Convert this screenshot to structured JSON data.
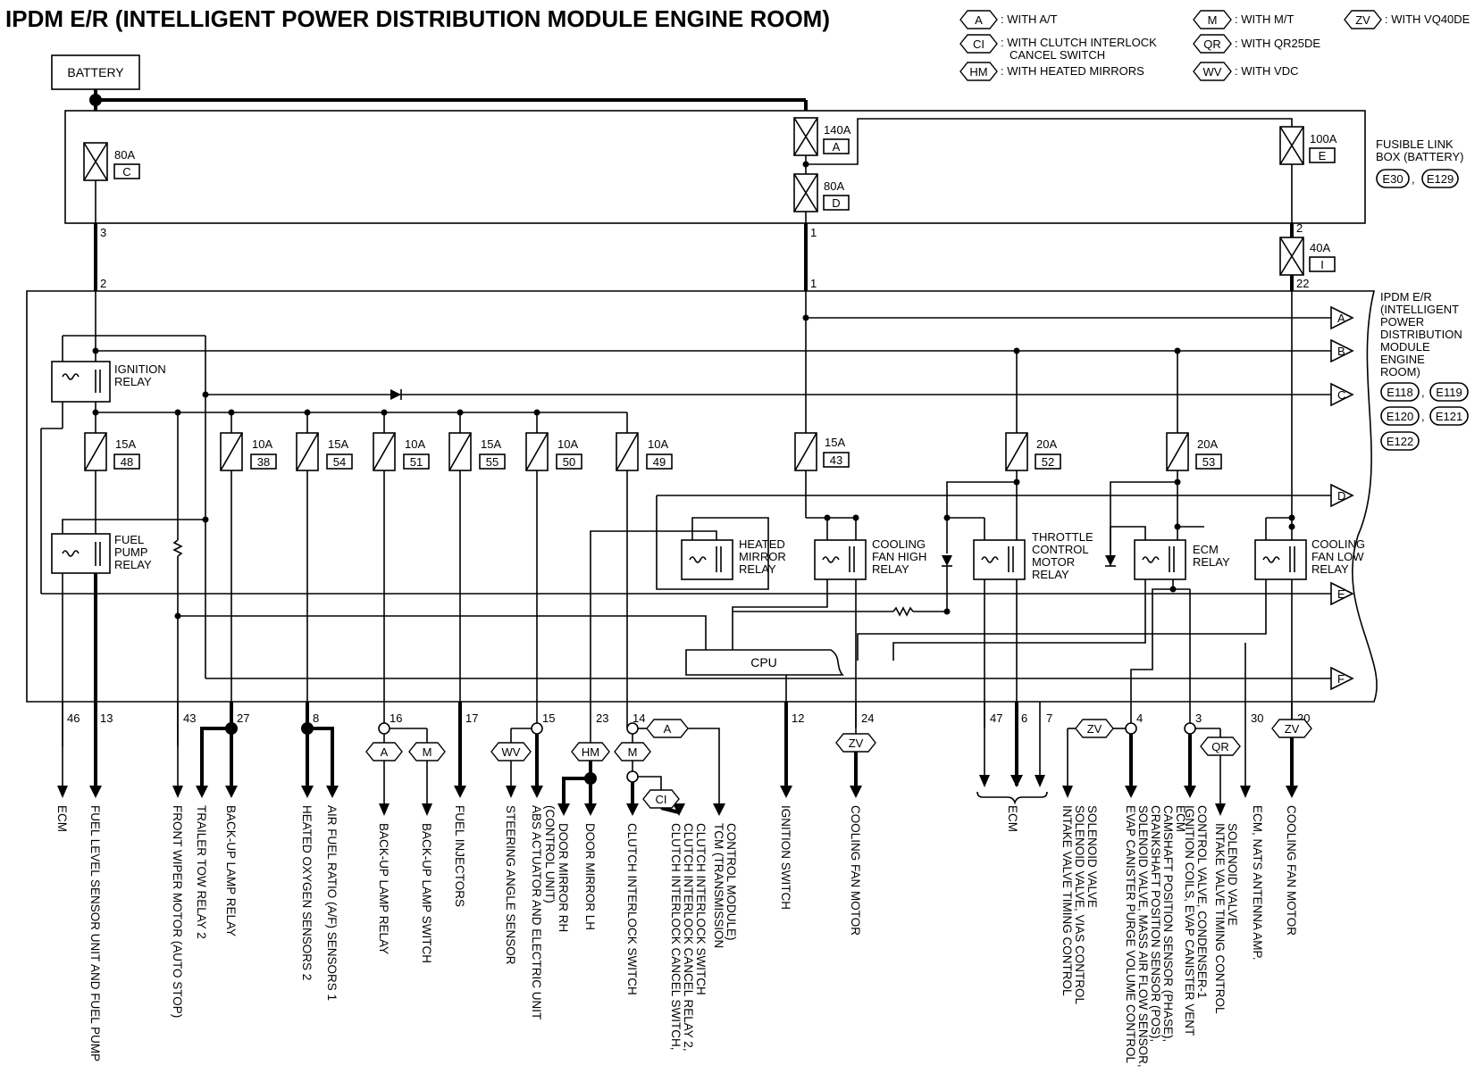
{
  "title": "IPDM E/R (INTELLIGENT POWER DISTRIBUTION MODULE ENGINE ROOM)",
  "legend": [
    {
      "code": "A",
      "text": ": WITH A/T"
    },
    {
      "code": "CI",
      "text": ": WITH CLUTCH INTERLOCK",
      "text2": "CANCEL SWITCH"
    },
    {
      "code": "HM",
      "text": ": WITH HEATED MIRRORS"
    },
    {
      "code": "M",
      "text": ": WITH M/T"
    },
    {
      "code": "QR",
      "text": ": WITH QR25DE"
    },
    {
      "code": "WV",
      "text": ": WITH VDC"
    },
    {
      "code": "ZV",
      "text": ": WITH VQ40DE"
    }
  ],
  "battery": "BATTERY",
  "fusible_link_box": {
    "line1": "FUSIBLE LINK",
    "line2": "BOX (BATTERY)",
    "connectors": [
      "E30",
      "E129"
    ]
  },
  "ipdm_label": {
    "lines": [
      "IPDM E/R",
      "(INTELLIGENT",
      "POWER",
      "DISTRIBUTION",
      "MODULE",
      "ENGINE",
      "ROOM)"
    ],
    "connectors": [
      "E118",
      "E119",
      "E120",
      "E121",
      "E122"
    ]
  },
  "fuses": [
    {
      "amp": "80A",
      "id": "C"
    },
    {
      "amp": "140A",
      "id": "A"
    },
    {
      "amp": "80A",
      "id": "D"
    },
    {
      "amp": "100A",
      "id": "E"
    },
    {
      "amp": "40A",
      "id": "I"
    },
    {
      "amp": "15A",
      "id": "48"
    },
    {
      "amp": "10A",
      "id": "38"
    },
    {
      "amp": "15A",
      "id": "54"
    },
    {
      "amp": "10A",
      "id": "51"
    },
    {
      "amp": "15A",
      "id": "55"
    },
    {
      "amp": "10A",
      "id": "50"
    },
    {
      "amp": "10A",
      "id": "49"
    },
    {
      "amp": "15A",
      "id": "43"
    },
    {
      "amp": "20A",
      "id": "52"
    },
    {
      "amp": "20A",
      "id": "53"
    }
  ],
  "relays": [
    {
      "line1": "IGNITION",
      "line2": "RELAY"
    },
    {
      "line1": "FUEL",
      "line2": "PUMP",
      "line3": "RELAY"
    },
    {
      "line1": "HEATED",
      "line2": "MIRROR",
      "line3": "RELAY"
    },
    {
      "line1": "COOLING",
      "line2": "FAN HIGH",
      "line3": "RELAY"
    },
    {
      "line1": "THROTTLE",
      "line2": "CONTROL",
      "line3": "MOTOR",
      "line4": "RELAY"
    },
    {
      "line1": "ECM",
      "line2": "RELAY"
    },
    {
      "line1": "COOLING",
      "line2": "FAN LOW",
      "line3": "RELAY"
    }
  ],
  "cpu": "CPU",
  "bus": [
    "A",
    "B",
    "C",
    "D",
    "E",
    "F"
  ],
  "upper_pins": [
    "3",
    "2",
    "1",
    "1",
    "2",
    "22"
  ],
  "pins": [
    "46",
    "13",
    "43",
    "27",
    "8",
    "16",
    "17",
    "15",
    "23",
    "14",
    "12",
    "24",
    "47",
    "6",
    "7",
    "4",
    "3",
    "30",
    "20"
  ],
  "outputs": [
    "ECM",
    "FUEL LEVEL SENSOR UNIT AND FUEL PUMP",
    "FRONT WIPER MOTOR (AUTO STOP)",
    "TRAILER TOW RELAY 2",
    "BACK-UP LAMP RELAY",
    "HEATED OXYGEN SENSORS 2",
    "AIR FUEL RATIO (A/F) SENSORS 1",
    "BACK-UP LAMP RELAY",
    "BACK-UP LAMP SWITCH",
    "FUEL INJECTORS",
    "STEERING ANGLE SENSOR",
    "ABS ACTUATOR AND ELECTRIC UNIT",
    "(CONTROL UNIT)",
    "DOOR MIRROR RH",
    "DOOR MIRROR LH",
    "CLUTCH INTERLOCK SWITCH",
    "CLUTCH INTERLOCK CANCEL SWITCH,",
    "CLUTCH INTERLOCK CANCEL RELAY 2,",
    "CLUTCH INTERLOCK SWITCH",
    "TCM (TRANSMISSION",
    "CONTROL MODULE)",
    "IGNITION SWITCH",
    "COOLING FAN MOTOR",
    "ECM",
    "INTAKE VALVE TIMING CONTROL",
    "SOLENOID VALVE, VIAS CONTROL",
    "SOLENOID VALVE",
    "EVAP CANISTER PURGE VOLUME CONTROL",
    "SOLENOID VALVE, MASS AIR FLOW SENSOR,",
    "CRANKSHAFT POSITION SENSOR (POS),",
    "CAMSHAFT POSITION SENSOR (PHASE),",
    "ECM",
    "IGNITION COILS, EVAP CANISTER VENT",
    "CONTROL VALVE, CONDENSER-1",
    "INTAKE VALVE TIMING CONTROL",
    "SOLENOID VALVE",
    "ECM, NATS ANTENNA AMP.",
    "COOLING FAN MOTOR"
  ],
  "option_tags": [
    "A",
    "M",
    "WV",
    "HM",
    "M",
    "A",
    "CI",
    "ZV",
    "ZV",
    "QR",
    "ZV"
  ]
}
